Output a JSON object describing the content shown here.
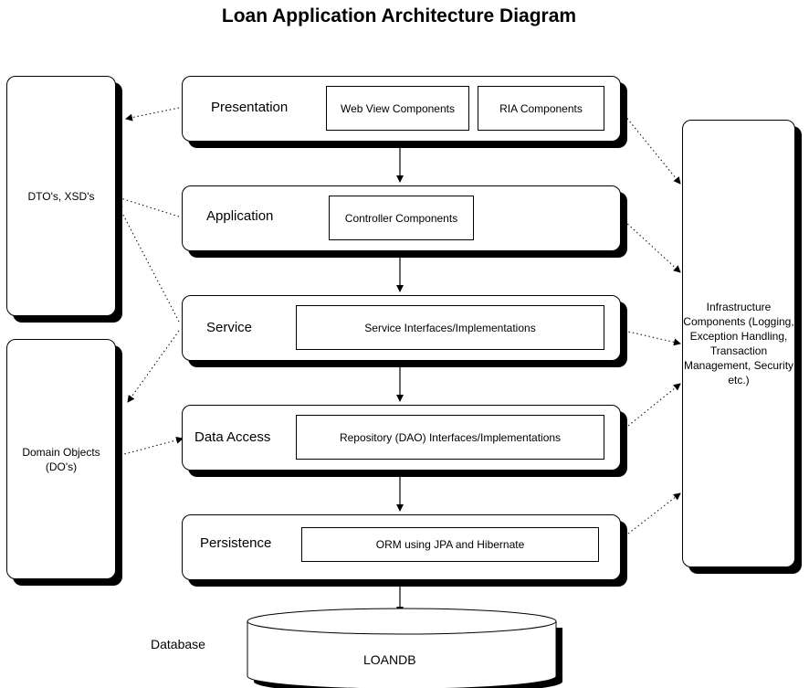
{
  "title": "Loan Application Architecture Diagram",
  "layers": {
    "presentation": {
      "label": "Presentation",
      "components": [
        "Web View Components",
        "RIA Components"
      ]
    },
    "application": {
      "label": "Application",
      "components": [
        "Controller Components"
      ]
    },
    "service": {
      "label": "Service",
      "components": [
        "Service Interfaces/Implementations"
      ]
    },
    "data_access": {
      "label": "Data Access",
      "components": [
        "Repository (DAO) Interfaces/Implementations"
      ]
    },
    "persistence": {
      "label": "Persistence",
      "components": [
        "ORM using JPA and Hibernate"
      ]
    }
  },
  "side_boxes": {
    "dtos": "DTO's, XSD's",
    "domain_objects": "Domain Objects (DO's)",
    "infrastructure": "Infrastructure Components (Logging, Exception Handling, Transaction Management, Security etc.)"
  },
  "database": {
    "label": "Database",
    "name": "LOANDB"
  }
}
